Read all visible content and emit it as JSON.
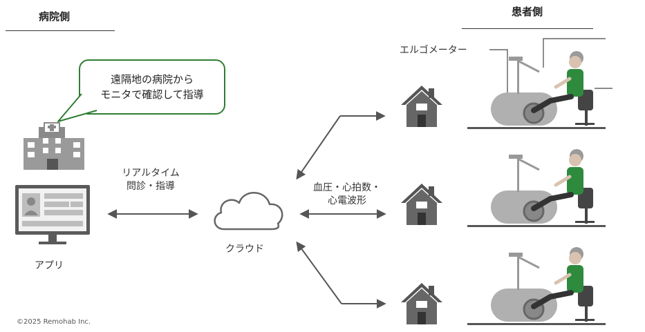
{
  "hospital_side": {
    "header": "病院側"
  },
  "patient_side": {
    "header": "患者側"
  },
  "bubble": {
    "line1": "遠隔地の病院から",
    "line2": "モニタで確認して指導"
  },
  "labels": {
    "realtime_line1": "リアルタイム",
    "realtime_line2": "問診・指導",
    "app": "アプリ",
    "cloud": "クラウド",
    "vitals_line1": "血圧・心拍数・",
    "vitals_line2": "心電波形",
    "ergometer": "エルゴメーター"
  },
  "copyright": "©2025 Remohab Inc.",
  "icons": {
    "hospital": "hospital-building-icon",
    "monitor": "monitor-app-icon",
    "cloud": "cloud-icon",
    "house": "house-icon",
    "patient": "patient-on-ergometer-icon"
  },
  "colors": {
    "icon_gray": "#7a7a7a",
    "bubble_border": "#2e7d32",
    "shirt_green": "#2e8b3e"
  }
}
